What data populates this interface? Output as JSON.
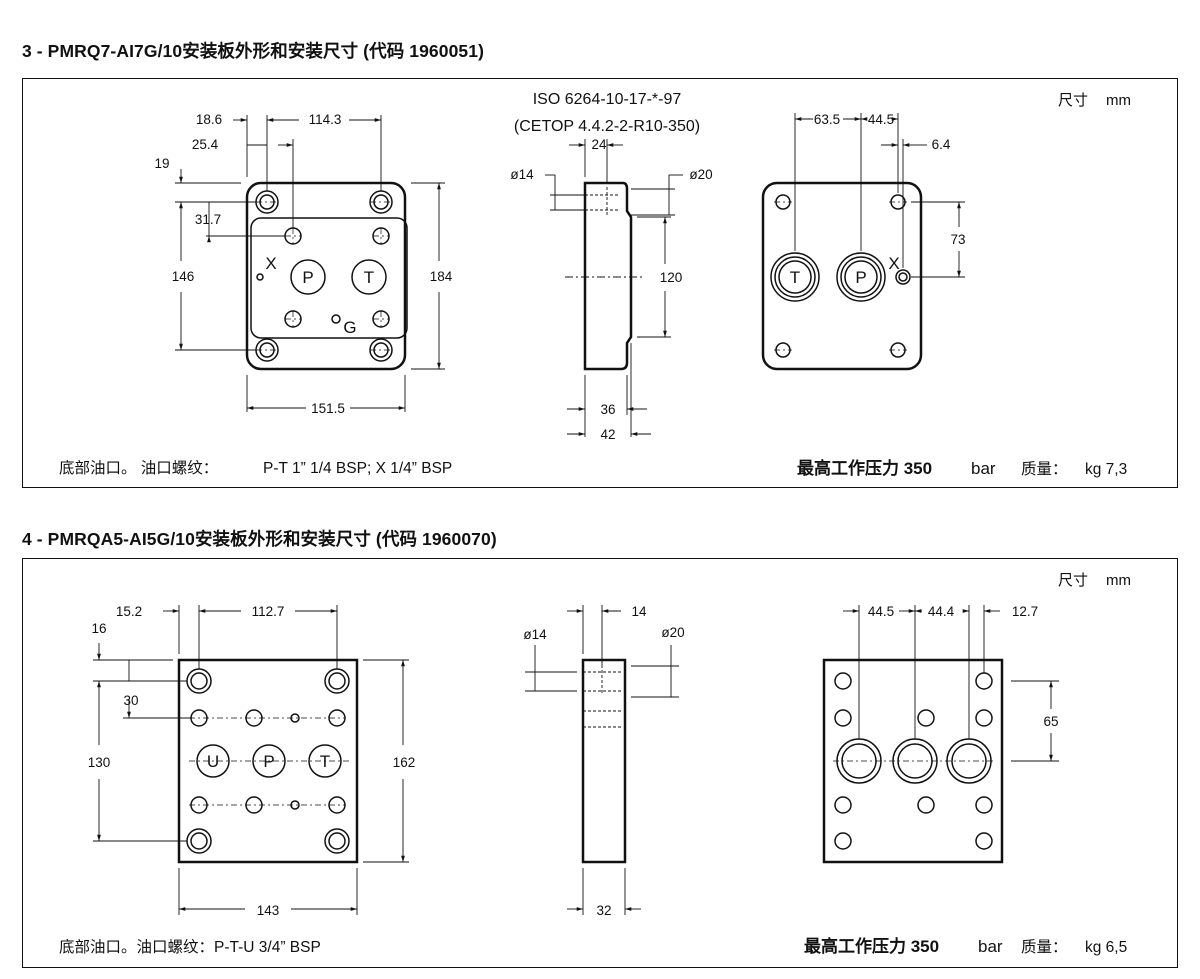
{
  "sections": [
    {
      "heading": "3 - PMRQ7-AI7G/10安装板外形和安装尺寸 (代码 1960051)",
      "unit_label": "尺寸",
      "unit": "mm",
      "standard": "ISO 6264-10-17-*-97",
      "standard_alt": "(CETOP 4.4.2-2-R10-350)",
      "footer_left_1": "底部油口。 油口螺纹：",
      "footer_left_2": "P-T 1” 1/4 BSP; X 1/4” BSP",
      "footer_right_bold": "最高工作压力 350",
      "footer_right_unit": "bar",
      "weight_label": "质量：",
      "weight_value": "kg 7,3",
      "dims": {
        "d18_6": "18.6",
        "d114_3": "114.3",
        "d25_4": "25.4",
        "d19": "19",
        "d31_7": "31.7",
        "d146": "146",
        "d184": "184",
        "d151_5": "151.5",
        "d24": "24",
        "d_o14": "ø14",
        "d_o20": "ø20",
        "d120": "120",
        "d36": "36",
        "d42": "42",
        "d63_5": "63.5",
        "d44_5": "44.5",
        "d6_4": "6.4",
        "d73": "73"
      },
      "ports": {
        "p": "P",
        "t": "T",
        "x": "X",
        "g": "G"
      }
    },
    {
      "heading": "4 - PMRQA5-AI5G/10安装板外形和安装尺寸 (代码 1960070)",
      "unit_label": "尺寸",
      "unit": "mm",
      "footer_left": "底部油口。油口螺纹：P-T-U 3/4” BSP",
      "footer_right_bold": "最高工作压力 350",
      "footer_right_unit": "bar",
      "weight_label": "质量：",
      "weight_value": "kg 6,5",
      "dims": {
        "d15_2": "15.2",
        "d112_7": "112.7",
        "d16": "16",
        "d30": "30",
        "d130": "130",
        "d162": "162",
        "d143": "143",
        "d14": "14",
        "d_o14": "ø14",
        "d_o20": "ø20",
        "d32": "32",
        "d44_5": "44.5",
        "d44_4": "44.4",
        "d12_7": "12.7",
        "d65": "65"
      },
      "ports": {
        "u": "U",
        "p": "P",
        "t": "T"
      }
    }
  ]
}
